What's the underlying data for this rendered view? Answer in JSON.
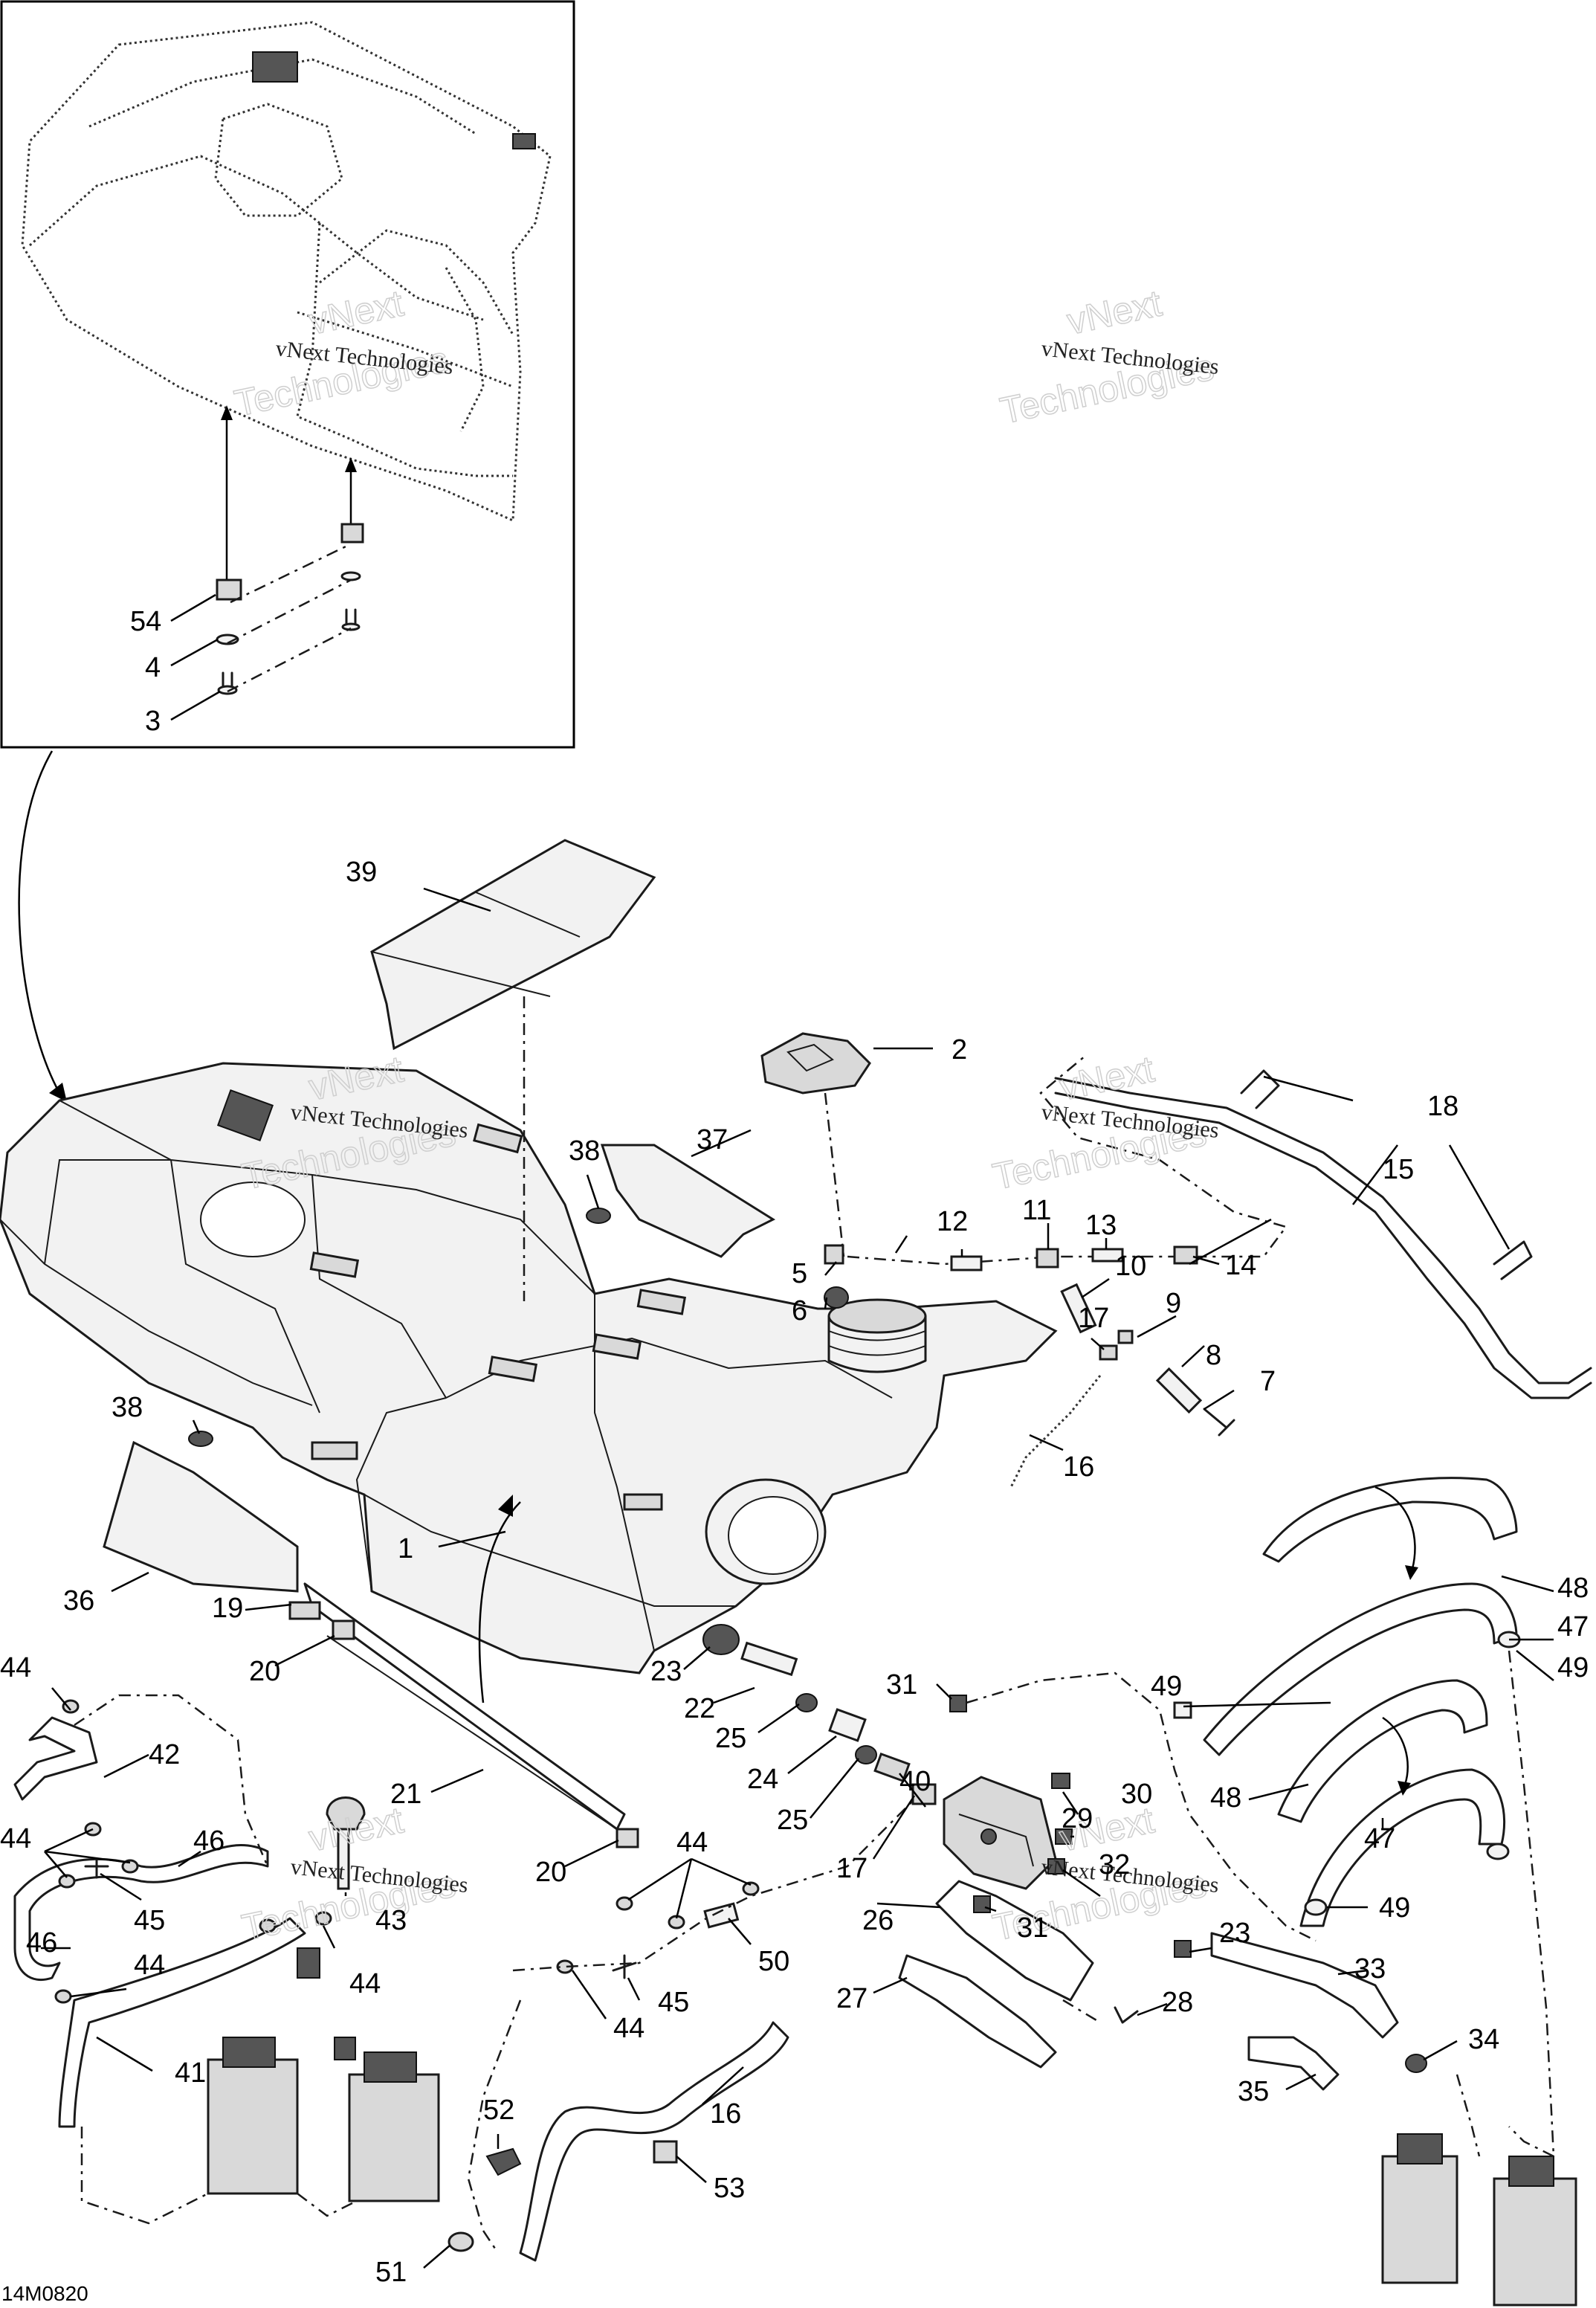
{
  "diagram_code": "14M0820",
  "watermark": {
    "line1": "vNext Technologies",
    "line2_a": "vNext",
    "line2_b": "Technologies"
  },
  "callouts": {
    "c1": "1",
    "c2": "2",
    "c3": "3",
    "c4": "4",
    "c5": "5",
    "c6": "6",
    "c7": "7",
    "c8": "8",
    "c9": "9",
    "c10": "10",
    "c11": "11",
    "c12": "12",
    "c13": "13",
    "c14": "14",
    "c15": "15",
    "c16": "16",
    "c17": "17",
    "c18": "18",
    "c19": "19",
    "c20": "20",
    "c21": "21",
    "c22": "22",
    "c23": "23",
    "c24": "24",
    "c25": "25",
    "c26": "26",
    "c27": "27",
    "c28": "28",
    "c29": "29",
    "c30": "30",
    "c31": "31",
    "c32": "32",
    "c33": "33",
    "c34": "34",
    "c35": "35",
    "c36": "36",
    "c37": "37",
    "c38": "38",
    "c39": "39",
    "c40": "40",
    "c41": "41",
    "c42": "42",
    "c43": "43",
    "c44": "44",
    "c45": "45",
    "c46": "46",
    "c47": "47",
    "c48": "48",
    "c49": "49",
    "c50": "50",
    "c51": "51",
    "c52": "52",
    "c53": "53",
    "c54": "54"
  }
}
